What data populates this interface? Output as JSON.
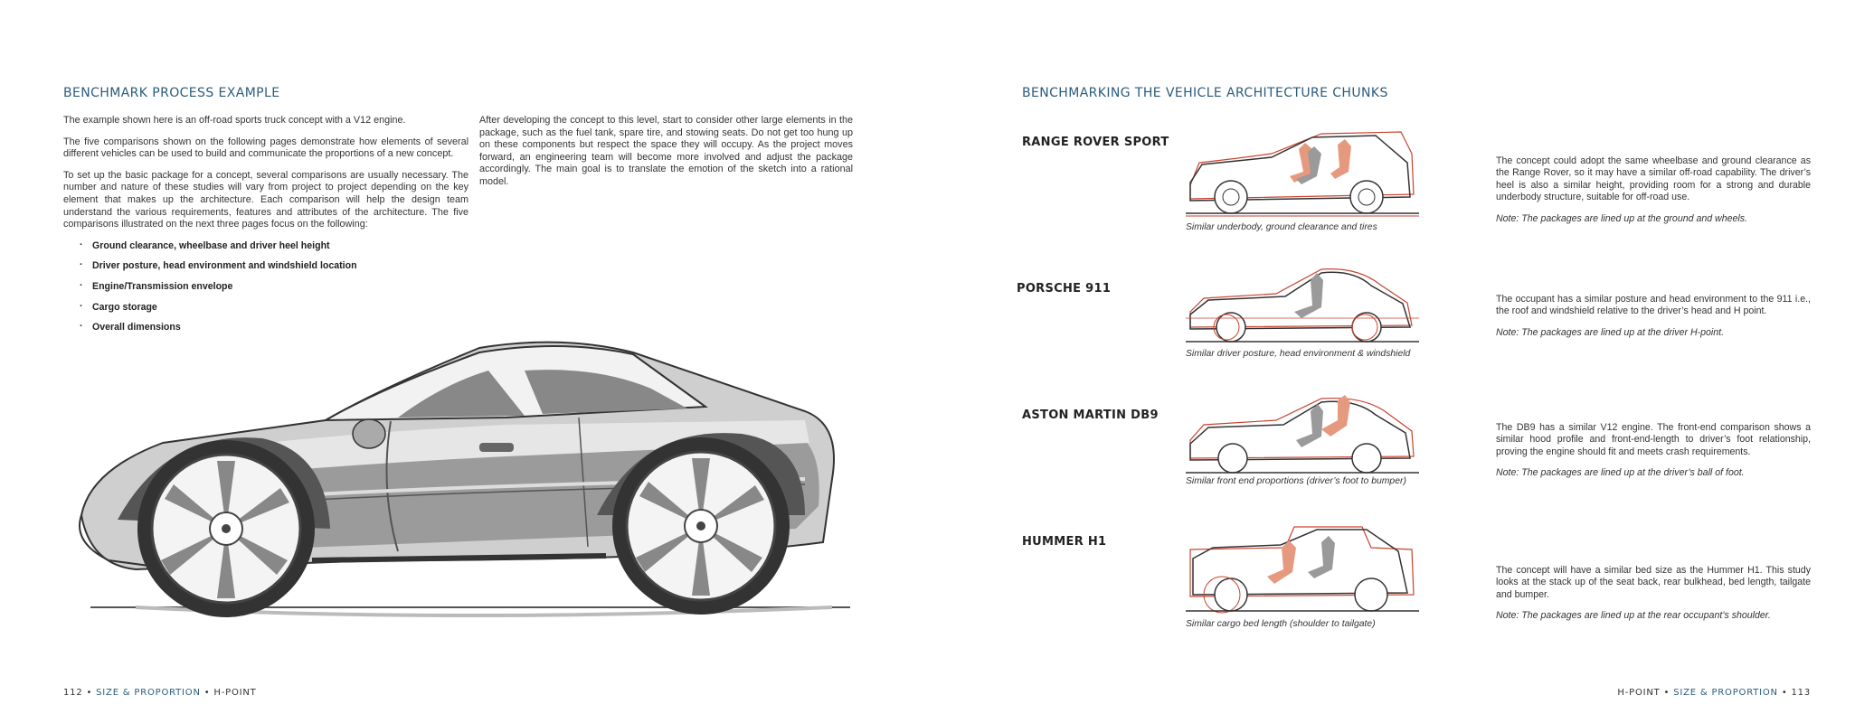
{
  "left_page": {
    "title": "BENCHMARK PROCESS EXAMPLE",
    "col1": {
      "p1": "The example shown here is an off-road sports truck concept with a V12 engine.",
      "p2": "The five comparisons shown on the following pages demonstrate how elements of several different vehicles can be used to build and communicate the proportions of a new concept.",
      "p3": "To set up the basic package for a concept, several comparisons are usually necessary. The number and nature of these studies will vary from project to project depending on the key element that makes up the architecture. Each comparison will help the design team understand the various requirements, features and attributes of the architecture. The five comparisons illustrated on the next three pages focus on the following:",
      "bullets": [
        "Ground clearance, wheelbase and driver heel height",
        "Driver posture, head environment and windshield location",
        "Engine/Transmission envelope",
        "Cargo storage",
        "Overall dimensions"
      ]
    },
    "col2": {
      "p1": "After developing the concept to this level, start to consider other large elements in the package, such as the fuel tank, spare tire, and stowing seats. Do not get too hung up on these components but respect the space they will occupy. As the project moves forward, an engineering team will become more involved and adjust the package accordingly. The main goal is to translate the emotion of the sketch into a rational model."
    },
    "folio": {
      "number": "112",
      "section": "SIZE & PROPORTION",
      "chapter": "H-POINT"
    }
  },
  "right_page": {
    "title": "BENCHMARKING THE VEHICLE ARCHITECTURE CHUNKS",
    "benchmarks": [
      {
        "name": "RANGE ROVER SPORT",
        "caption": "Similar underbody, ground clearance and tires",
        "description": "The concept could adopt the same wheelbase and ground clearance as the Range Rover, so it may have a similar off-road capability. The driver’s heel is also a similar height, providing room for a strong and durable underbody structure, suitable for off-road use.",
        "note": "Note: The packages are lined up at the ground and wheels."
      },
      {
        "name": "PORSCHE 911",
        "caption": "Similar driver posture, head environment & windshield",
        "description": "The occupant has a similar posture and head environment to the 911 i.e., the roof and windshield relative to the driver’s head and H point.",
        "note": "Note: The packages are lined up at the driver H-point."
      },
      {
        "name": "ASTON MARTIN DB9",
        "caption": "Similar front end proportions (driver’s foot to bumper)",
        "description": "The DB9 has a similar V12 engine. The front-end comparison shows a similar hood profile and front-end-length to driver’s foot relationship, proving the engine should fit and meets crash requirements.",
        "note": "Note: The packages are lined up at the driver’s ball of foot."
      },
      {
        "name": "HUMMER H1",
        "caption": "Similar cargo bed length (shoulder to tailgate)",
        "description": "The concept will have a similar bed size as the Hummer H1. This study looks at the stack up of the seat back, rear bulkhead, bed length, tailgate and bumper.",
        "note": "Note: The packages are lined up at the rear occupant’s shoulder."
      }
    ],
    "folio": {
      "chapter": "H-POINT",
      "section": "SIZE & PROPORTION",
      "number": "113"
    }
  },
  "colors": {
    "accent": "#2b5b7c",
    "overlay_red": "#c9432f",
    "occupant_red": "#e59a80",
    "car_gray": "#8c8c8c",
    "line_dark": "#333333"
  }
}
